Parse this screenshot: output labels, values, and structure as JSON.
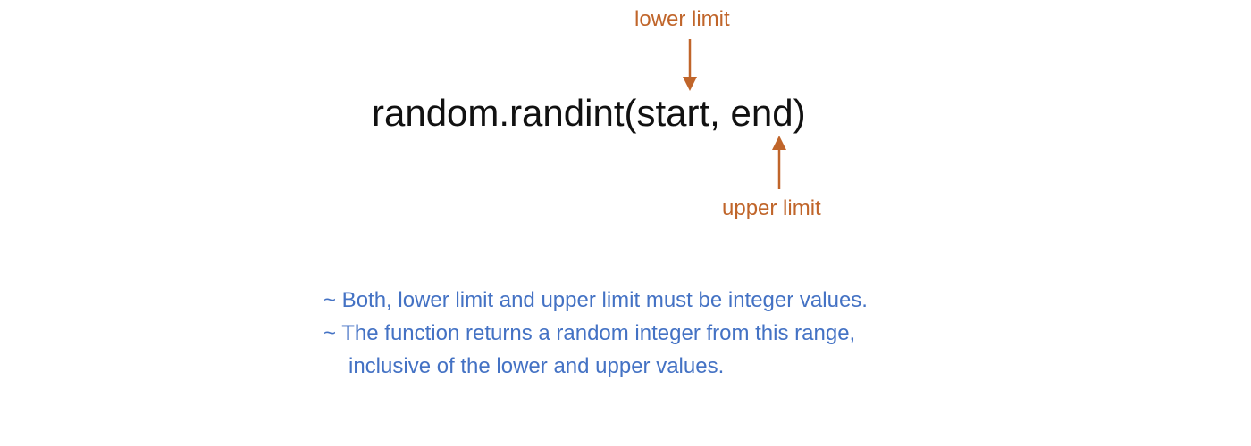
{
  "annotations": {
    "lower_label": "lower limit",
    "upper_label": "upper limit"
  },
  "signature": {
    "text": "random.randint(start, end)"
  },
  "notes": {
    "line_1": "~ Both, lower limit and upper limit must be integer values.",
    "line_2": "~ The function returns a random integer from this range,",
    "line_3": "inclusive of the lower and upper values."
  },
  "colors": {
    "annotation": "#c0652a",
    "note": "#4472c4",
    "signature": "#111111"
  },
  "icons": {
    "lower_arrow": "arrow-down-icon",
    "upper_arrow": "arrow-up-icon"
  }
}
